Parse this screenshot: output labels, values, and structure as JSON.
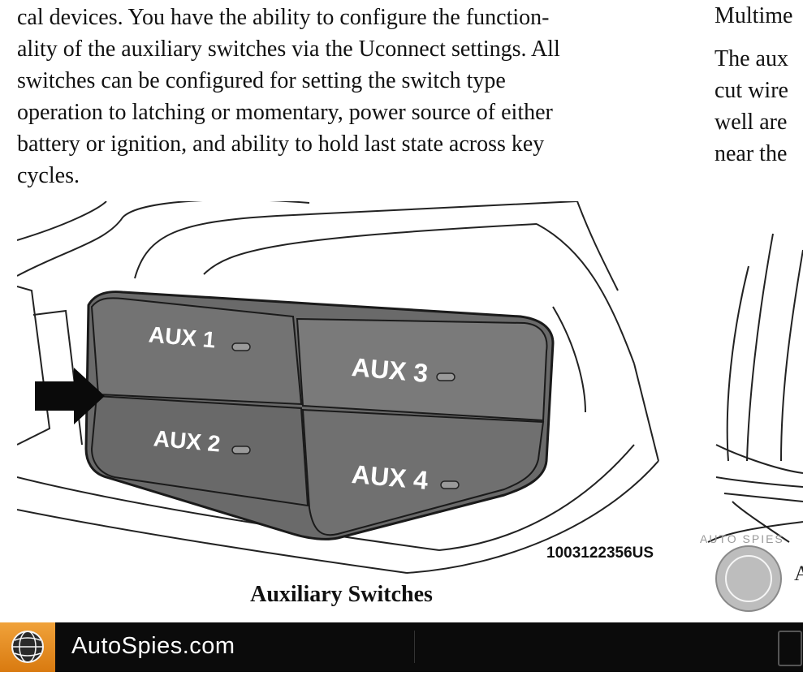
{
  "document": {
    "paragraph": "cal devices. You have the ability to configure the functionality of the auxiliary switches via the Uconnect settings. All switches can be configured for setting the switch type operation to latching or momentary, power source of either battery or ignition, and ability to hold last state across key cycles.",
    "paragraph_lines": [
      "cal devices. You have the ability to configure the function-",
      "ality of the auxiliary switches via the Uconnect settings. All",
      "switches can be configured for setting the switch type",
      "operation to latching or momentary, power source of either",
      "battery or ignition, and ability to hold last state across key",
      "cycles."
    ],
    "right_column_lines": [
      "Multime",
      "The aux",
      "cut wire",
      "well are",
      "near the"
    ]
  },
  "figure": {
    "switch_labels": [
      "AUX 1",
      "AUX 2",
      "AUX 3",
      "AUX 4"
    ],
    "figure_id": "1003122356US",
    "caption": "Auxiliary Switches"
  },
  "right_figure": {
    "watermark_text": "AUTO SPIES",
    "caption_fragment": "A"
  },
  "footer": {
    "brand": "AutoSpies.com",
    "logo_icon": "autospies-globe-logo-icon",
    "background": "#0b0b0b",
    "logo_color": "#e8901f"
  }
}
